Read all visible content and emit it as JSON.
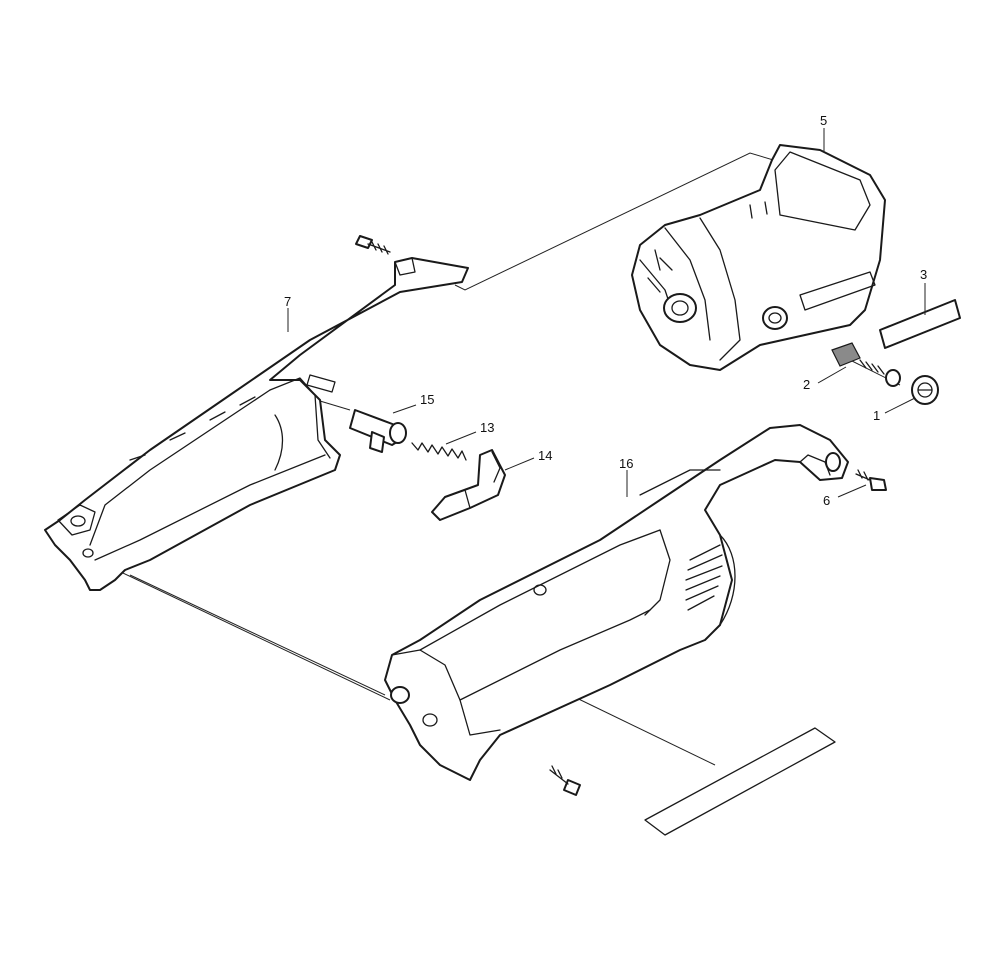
{
  "diagram": {
    "callouts": [
      {
        "id": "1",
        "label": "1"
      },
      {
        "id": "2",
        "label": "2"
      },
      {
        "id": "3",
        "label": "3"
      },
      {
        "id": "5",
        "label": "5"
      },
      {
        "id": "6",
        "label": "6"
      },
      {
        "id": "7",
        "label": "7"
      },
      {
        "id": "13",
        "label": "13"
      },
      {
        "id": "14",
        "label": "14"
      },
      {
        "id": "15",
        "label": "15"
      },
      {
        "id": "16",
        "label": "16"
      }
    ]
  }
}
